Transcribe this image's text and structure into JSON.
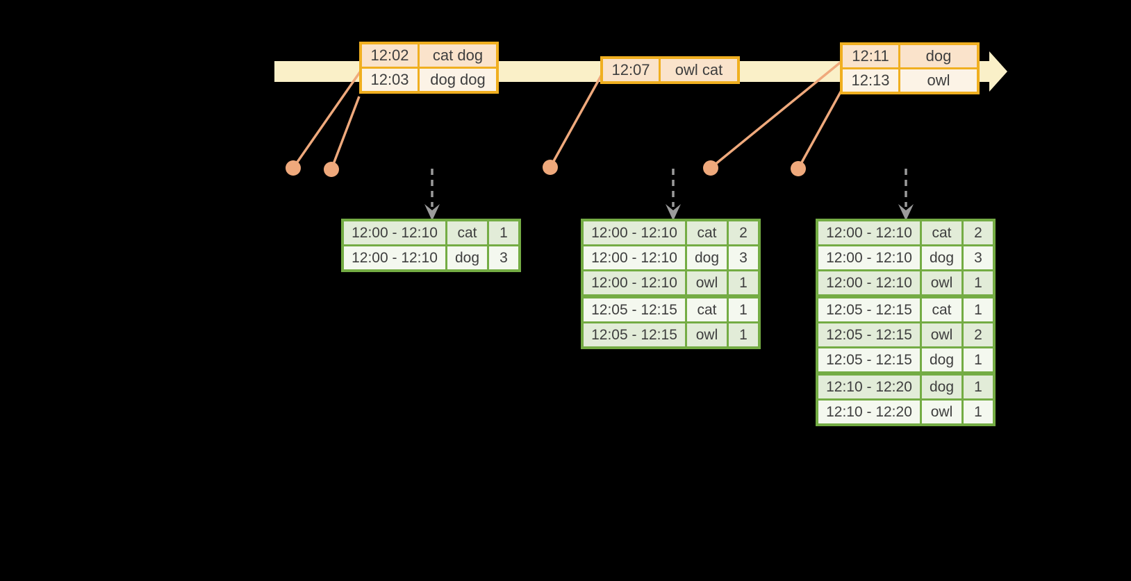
{
  "palette": {
    "background": "#000000",
    "timeline_fill": "#FAF0C8",
    "event_table_border": "#F0AF20",
    "event_row_peach": "#FAE3CB",
    "event_row_cream": "#FCF3E6",
    "dot_and_line": "#EFA97C",
    "trigger_arrow_gray": "#9B9B9B",
    "result_table_border": "#74AC44",
    "result_row_green": "#E2ECD8",
    "result_row_light": "#F4F8EF",
    "text": "#3E3E3E"
  },
  "event_tables": [
    {
      "rows": [
        {
          "time": "12:02",
          "words": "cat dog"
        },
        {
          "time": "12:03",
          "words": "dog dog"
        }
      ]
    },
    {
      "rows": [
        {
          "time": "12:07",
          "words": "owl cat"
        }
      ]
    },
    {
      "rows": [
        {
          "time": "12:11",
          "words": "dog"
        },
        {
          "time": "12:13",
          "words": "owl"
        }
      ]
    }
  ],
  "result_tables": [
    {
      "rows": [
        {
          "window": "12:00 - 12:10",
          "word": "cat",
          "count": "1"
        },
        {
          "window": "12:00 - 12:10",
          "word": "dog",
          "count": "3"
        }
      ]
    },
    {
      "rows": [
        {
          "window": "12:00 - 12:10",
          "word": "cat",
          "count": "2"
        },
        {
          "window": "12:00 - 12:10",
          "word": "dog",
          "count": "3"
        },
        {
          "window": "12:00 - 12:10",
          "word": "owl",
          "count": "1"
        },
        {
          "window": "12:05 - 12:15",
          "word": "cat",
          "count": "1"
        },
        {
          "window": "12:05 - 12:15",
          "word": "owl",
          "count": "1"
        }
      ]
    },
    {
      "rows": [
        {
          "window": "12:00 - 12:10",
          "word": "cat",
          "count": "2"
        },
        {
          "window": "12:00 - 12:10",
          "word": "dog",
          "count": "3"
        },
        {
          "window": "12:00 - 12:10",
          "word": "owl",
          "count": "1"
        },
        {
          "window": "12:05 - 12:15",
          "word": "cat",
          "count": "1"
        },
        {
          "window": "12:05 - 12:15",
          "word": "owl",
          "count": "2"
        },
        {
          "window": "12:05 - 12:15",
          "word": "dog",
          "count": "1"
        },
        {
          "window": "12:10 - 12:20",
          "word": "dog",
          "count": "1"
        },
        {
          "window": "12:10 - 12:20",
          "word": "owl",
          "count": "1"
        }
      ]
    }
  ]
}
